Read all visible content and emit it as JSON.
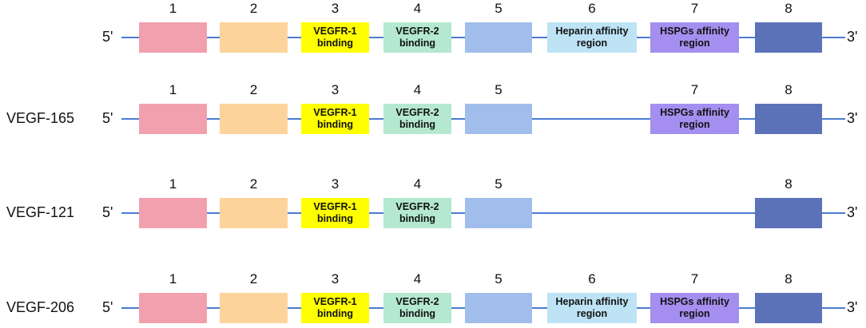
{
  "exon_numbers": [
    "1",
    "2",
    "3",
    "4",
    "5",
    "6",
    "7",
    "8"
  ],
  "exon_labels": [
    "",
    "",
    "VEGFR-1\nbinding",
    "VEGFR-2\nbinding",
    "",
    "Heparin affinity\nregion",
    "HSPGs affinity\nregion",
    ""
  ],
  "colors": [
    "#f2a0ad",
    "#fcd49b",
    "#ffff00",
    "#b4e8cf",
    "#a0bdeb",
    "#bde3f5",
    "#a48ff0",
    "#5c72b8"
  ],
  "line_color": "#4a7bd1",
  "end5": "5'",
  "end3": "3'",
  "rows": [
    {
      "label": "",
      "exons": [
        1,
        2,
        3,
        4,
        5,
        6,
        7,
        8
      ]
    },
    {
      "label": "VEGF-165",
      "exons": [
        1,
        2,
        3,
        4,
        5,
        7,
        8
      ]
    },
    {
      "label": "VEGF-121",
      "exons": [
        1,
        2,
        3,
        4,
        5,
        8
      ]
    },
    {
      "label": "VEGF-206",
      "exons": [
        1,
        2,
        3,
        4,
        5,
        6,
        7,
        8
      ]
    }
  ]
}
